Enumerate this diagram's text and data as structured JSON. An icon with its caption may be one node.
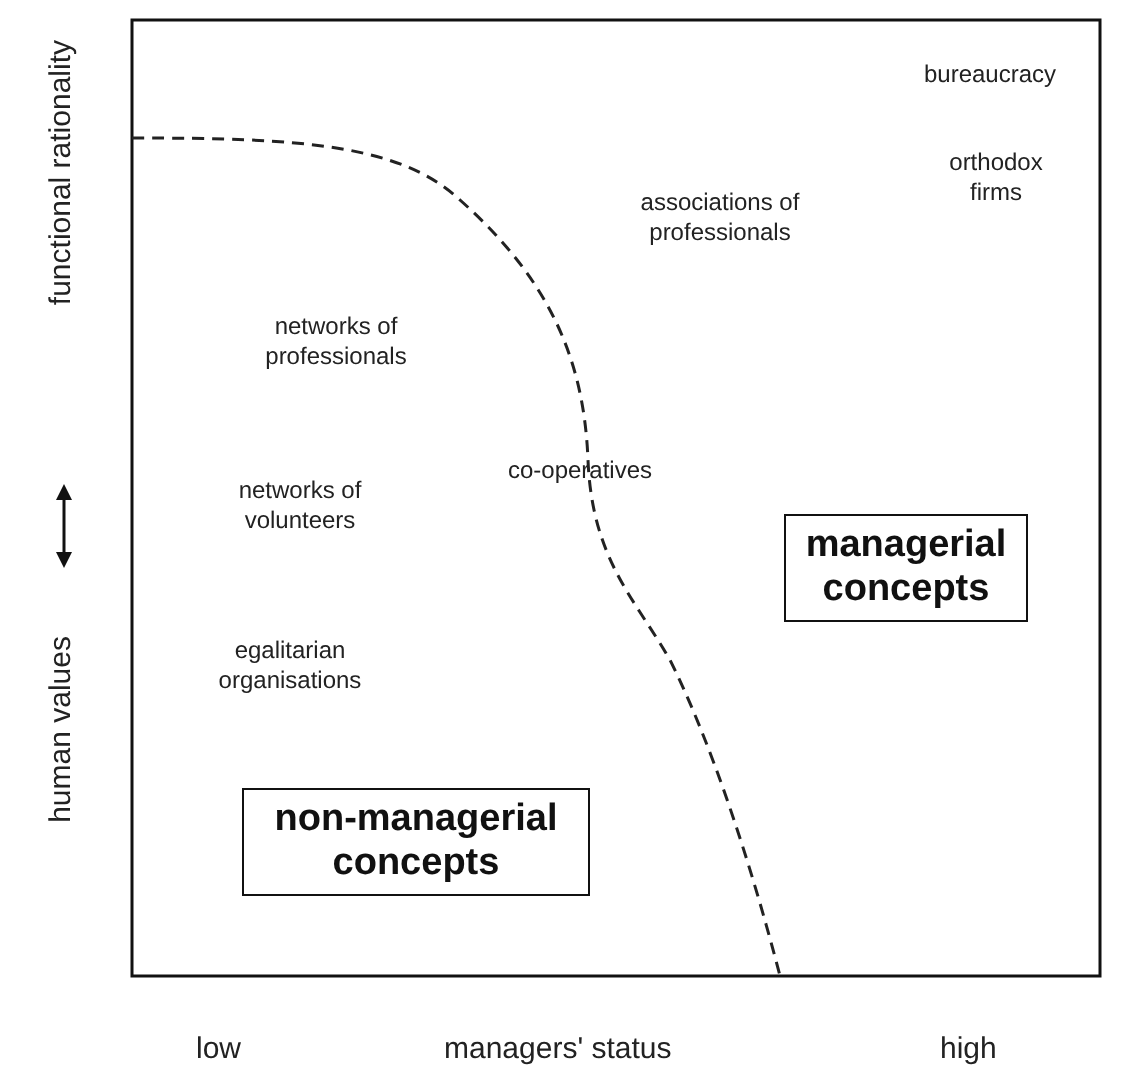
{
  "diagram": {
    "nodes": [
      {
        "text": [
          "managerial concepts"
        ]
      },
      {
        "text": [
          "non-managerial concepts"
        ]
      }
    ],
    "edges": [],
    "labels": [
      "bureaucracy",
      "orthodox firms",
      "associations of professionals",
      "networks of professionals",
      "co-operatives",
      "networks of volunteers",
      "egalitarian organisations",
      "functional rationality",
      "human values",
      "low",
      "managers' status",
      "high"
    ]
  }
}
